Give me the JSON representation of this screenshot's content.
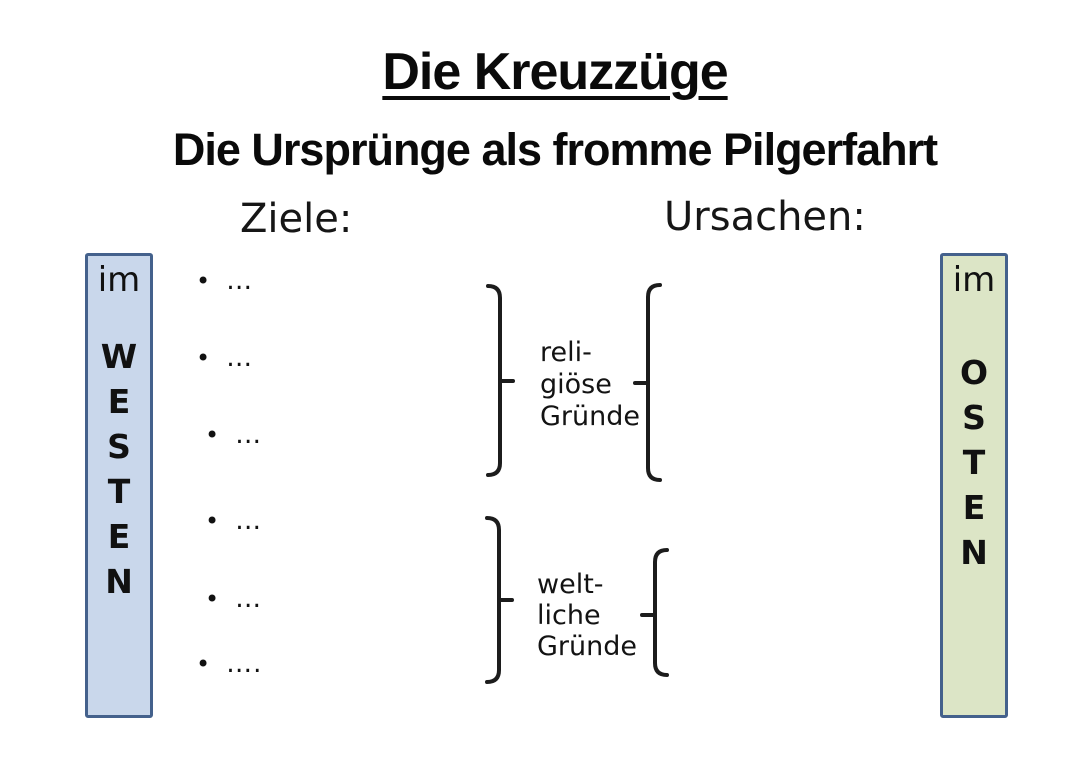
{
  "slide": {
    "title": "Die Kreuzzüge",
    "subtitle": "Die Ursprünge als fromme Pilgerfahrt"
  },
  "headers": {
    "ziele": "Ziele:",
    "ursachen": "Ursachen:"
  },
  "west_box": {
    "im": "im",
    "letters": [
      "W",
      "E",
      "S",
      "T",
      "E",
      "N"
    ],
    "fill_color": "#c9d7eb",
    "border_color": "#44618c"
  },
  "east_box": {
    "im": "im",
    "letters": [
      "O",
      "S",
      "T",
      "E",
      "N"
    ],
    "fill_color": "#dce5c6",
    "border_color": "#44618c"
  },
  "ziele_list": {
    "bullet_char": "•",
    "items": [
      "…",
      "…",
      "…",
      "…",
      "…",
      "…."
    ]
  },
  "ursachen_groups": [
    {
      "line1": "reli-",
      "line2": "giöse",
      "line3": "Gründe"
    },
    {
      "line1": "welt-",
      "line2": "liche",
      "line3": "Gründe"
    }
  ]
}
